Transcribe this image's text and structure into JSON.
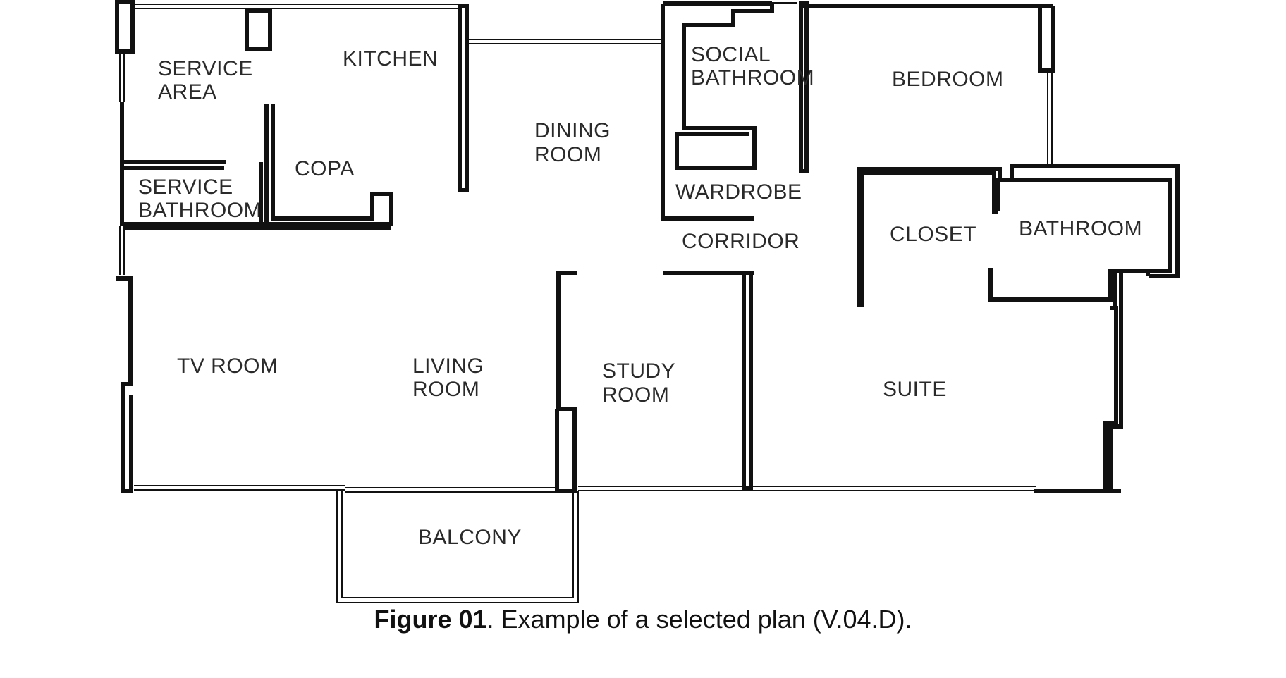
{
  "rooms": {
    "service_area": [
      "SERVICE",
      "AREA"
    ],
    "kitchen": "KITCHEN",
    "dining_room": [
      "DINING",
      "ROOM"
    ],
    "social_bathroom": [
      "SOCIAL",
      "BATHROOM"
    ],
    "bedroom": "BEDROOM",
    "copa": "COPA",
    "service_bathroom": [
      "SERVICE",
      "BATHROOM"
    ],
    "wardrobe": "WARDROBE",
    "corridor": "CORRIDOR",
    "closet": "CLOSET",
    "bathroom": "BATHROOM",
    "tv_room": "TV ROOM",
    "living_room": [
      "LIVING",
      "ROOM"
    ],
    "study_room": [
      "STUDY",
      "ROOM"
    ],
    "suite": "SUITE",
    "balcony": "BALCONY"
  },
  "caption": {
    "label": "Figure 01",
    "text": ". Example of a selected plan (V.04.D)."
  }
}
